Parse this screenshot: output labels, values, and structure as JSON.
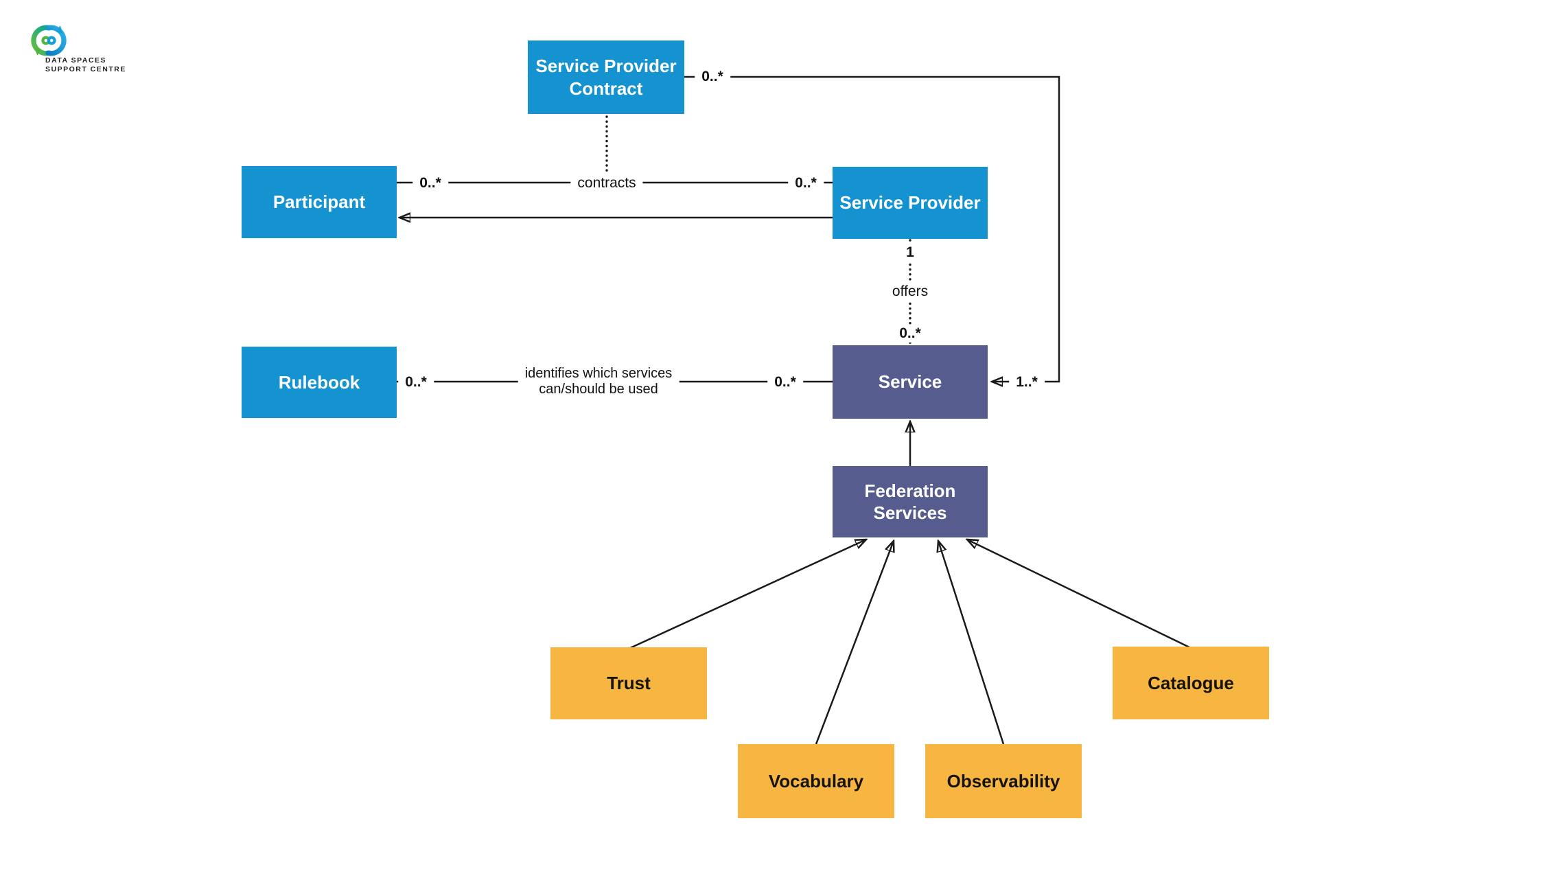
{
  "logo": {
    "text": "DATA SPACES\nSUPPORT CENTRE"
  },
  "colors": {
    "entity_blue": "#1593d1",
    "entity_purple": "#565c8d",
    "entity_orange": "#f7b541",
    "connector_black": "#1a1a1a",
    "background": "#ffffff",
    "logo_green": "#52b33f",
    "logo_blue": "#149fd9"
  },
  "boxes": {
    "service_provider_contract": {
      "label": "Service Provider\nContract"
    },
    "participant": {
      "label": "Participant"
    },
    "service_provider": {
      "label": "Service Provider"
    },
    "rulebook": {
      "label": "Rulebook"
    },
    "service": {
      "label": "Service"
    },
    "federation_services": {
      "label": "Federation\nServices"
    },
    "trust": {
      "label": "Trust"
    },
    "vocabulary": {
      "label": "Vocabulary"
    },
    "observability": {
      "label": "Observability"
    },
    "catalogue": {
      "label": "Catalogue"
    }
  },
  "edge_labels": {
    "spc_to_service_mult": "0..*",
    "participant_mult": "0..*",
    "contracts_verb": "contracts",
    "service_provider_mult": "0..*",
    "offers_one": "1",
    "offers_verb": "offers",
    "offers_many": "0..*",
    "rulebook_mult": "0..*",
    "identifies_note": "identifies which services\ncan/should be used",
    "service_from_rulebook_mult": "0..*",
    "service_from_contract_mult": "1..*"
  }
}
